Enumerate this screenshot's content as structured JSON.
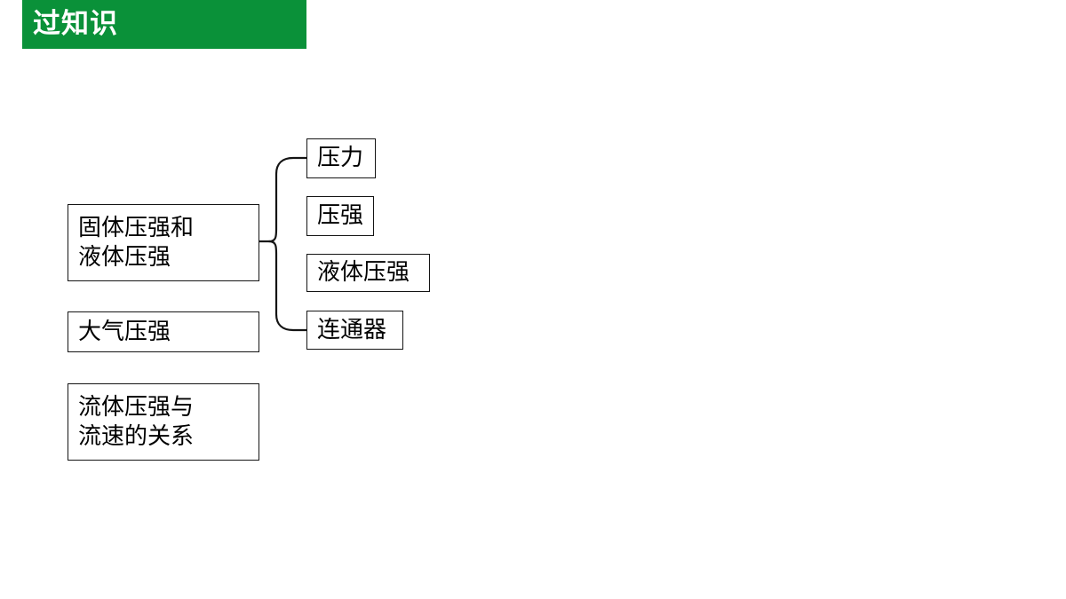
{
  "header": {
    "title": "过知识",
    "background_color": "#0a9139",
    "text_color": "#ffffff"
  },
  "diagram": {
    "type": "mind-map-bracket",
    "line_color": "#141414",
    "main_nodes": [
      {
        "id": "solid-liquid-pressure",
        "lines": [
          "固体压强和",
          "液体压强"
        ],
        "has_children": true
      },
      {
        "id": "atmospheric-pressure",
        "lines": [
          "大气压强"
        ],
        "has_children": false
      },
      {
        "id": "fluid-pressure-speed",
        "lines": [
          "流体压强与",
          "流速的关系"
        ],
        "has_children": false
      }
    ],
    "branch_nodes": [
      {
        "id": "force",
        "label": "压力"
      },
      {
        "id": "pressure",
        "label": "压强"
      },
      {
        "id": "liquid-pressure",
        "label": "液体压强"
      },
      {
        "id": "connected-vessels",
        "label": "连通器"
      }
    ]
  }
}
